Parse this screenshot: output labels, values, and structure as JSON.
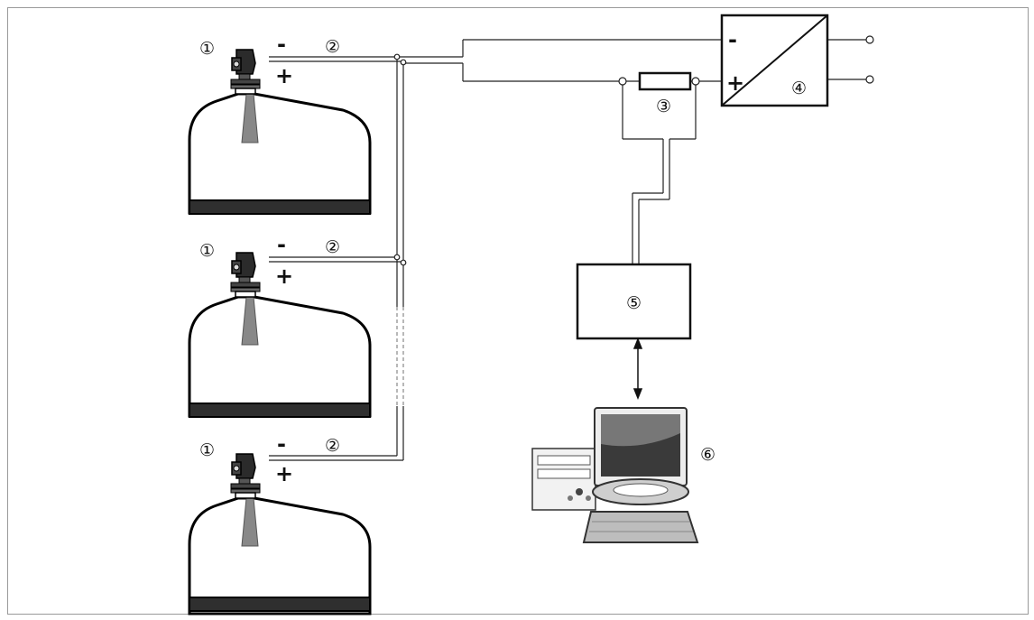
{
  "figure": {
    "device_marker": "①",
    "cable_marker": "②",
    "resistor_marker": "③",
    "power_supply_marker": "④",
    "modem_marker": "⑤",
    "computer_marker": "⑥",
    "minus_sign": "-",
    "plus_sign": "+"
  },
  "icons": {
    "transmitter": "radar-level-transmitter-icon",
    "tank": "tank-icon",
    "computer": "desktop-computer-icon"
  }
}
